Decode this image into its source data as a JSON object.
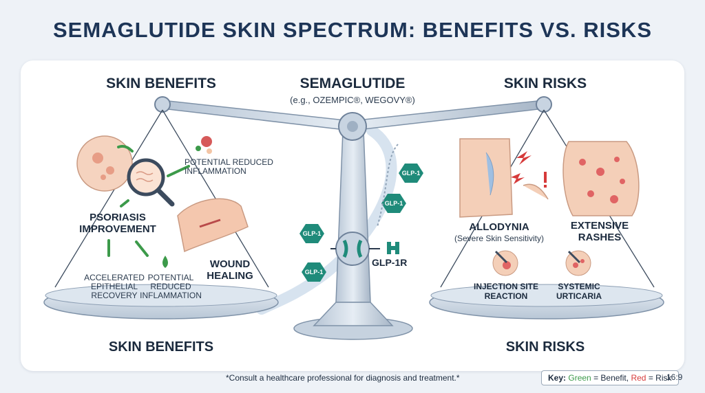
{
  "title": "SEMAGLUTIDE SKIN SPECTRUM: BENEFITS VS. RISKS",
  "center": {
    "heading": "SEMAGLUTIDE",
    "subheading": "(e.g., OZEMPIC®, WEGOVY®)",
    "glp1_label": "GLP-1",
    "receptor_label": "GLP-1R"
  },
  "benefits": {
    "heading_top": "SKIN BENEFITS",
    "heading_bottom": "SKIN BENEFITS",
    "items": {
      "reduced_inflammation_top_1": "POTENTIAL REDUCED",
      "reduced_inflammation_top_2": "INFLAMMATION",
      "psoriasis_1": "PSORIASIS",
      "psoriasis_2": "IMPROVEMENT",
      "wound_1": "WOUND",
      "wound_2": "HEALING",
      "epithelial_1": "ACCELERATED",
      "epithelial_2": "EPITHELIAL",
      "epithelial_3": "RECOVERY",
      "reduced_1": "POTENTIAL",
      "reduced_2": "REDUCED",
      "reduced_3": "INFLAMMATION"
    }
  },
  "risks": {
    "heading_top": "SKIN RISKS",
    "heading_bottom": "SKIN RISKS",
    "items": {
      "allodynia": "ALLODYNIA",
      "allodynia_sub": "(Severe Skin Sensitivity)",
      "rashes_1": "EXTENSIVE",
      "rashes_2": "RASHES",
      "injection_1": "INJECTION SITE",
      "injection_2": "REACTION",
      "urticaria_1": "SYSTEMIC",
      "urticaria_2": "URTICARIA"
    }
  },
  "footer": {
    "note": "*Consult a healthcare professional for diagnosis and treatment.*",
    "key_prefix": "Key:",
    "key_green": "Green",
    "key_mid": "= Benefit,",
    "key_red": "Red",
    "key_suffix": "= Risk",
    "ratio": "16:9"
  },
  "colors": {
    "title": "#1d3557",
    "scale": "#a9b8c9",
    "benefit": "#3c9a4a",
    "risk": "#d63a3a",
    "glp1": "#1f8b7a"
  }
}
